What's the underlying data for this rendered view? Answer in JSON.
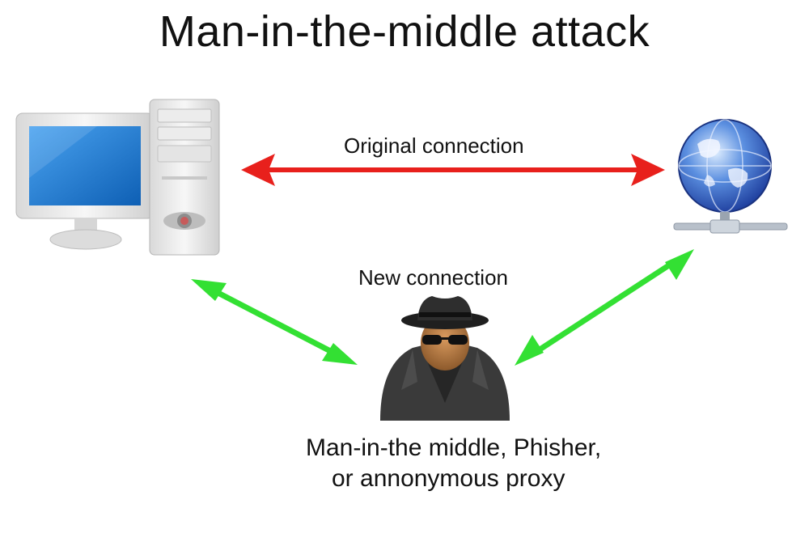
{
  "title": "Man-in-the-middle attack",
  "labels": {
    "original": "Original connection",
    "new": "New connection"
  },
  "caption": {
    "line1": "Man-in-the middle, Phisher,",
    "line2": "or annonymous proxy"
  },
  "colors": {
    "original_arrow": "#e8201c",
    "new_arrow": "#33e033",
    "screen": "#1e7ad1"
  },
  "icons": {
    "computer": "desktop-computer-icon",
    "server": "globe-server-icon",
    "attacker": "hacker-spy-icon"
  }
}
